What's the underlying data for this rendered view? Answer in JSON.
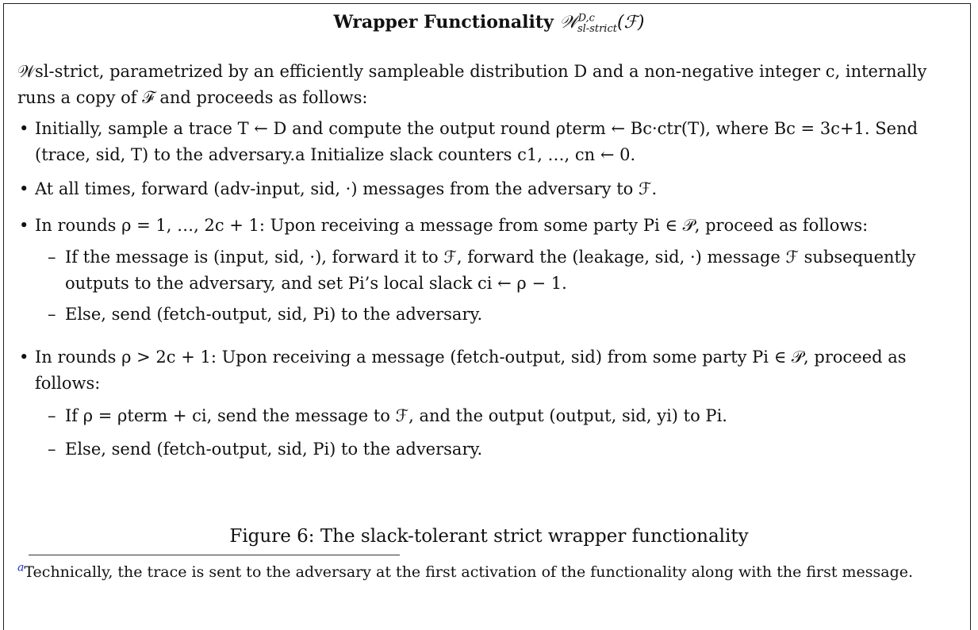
{
  "title": {
    "bold": "Wrapper Functionality",
    "symbol": "𝒲",
    "superscript": "D,c",
    "subscript": "sl-strict",
    "arg": "(ℱ)"
  },
  "intro": "𝒲sl-strict, parametrized by an efficiently sampleable distribution D and a non-negative integer c, internally runs a copy of ℱ and proceeds as follows:",
  "bullets": [
    "Initially, sample a trace T ← D and compute the output round ρterm ← Bc·ctr(T), where Bc = 3c+1. Send (trace, sid, T) to the adversary.a Initialize slack counters c1, …, cn ← 0.",
    "At all times, forward (adv-input, sid, ·) messages from the adversary to ℱ.",
    "In rounds ρ = 1, …, 2c + 1: Upon receiving a message from some party Pi ∈ 𝒫, proceed as follows:",
    "In rounds ρ > 2c + 1: Upon receiving a message (fetch-output, sid) from some party Pi ∈ 𝒫, proceed as follows:"
  ],
  "sub_items_round1": [
    "If the message is (input, sid, ·), forward it to ℱ, forward the (leakage, sid, ·) message ℱ subsequently outputs to the adversary, and set Pi’s local slack ci ← ρ − 1.",
    "Else, send (fetch-output, sid, Pi) to the adversary."
  ],
  "sub_items_round2": [
    "If ρ = ρterm + ci, send the message to ℱ, and the output (output, sid, yi) to Pi.",
    "Else, send (fetch-output, sid, Pi) to the adversary."
  ],
  "caption": "Figure 6: The slack-tolerant strict wrapper functionality",
  "footnote": {
    "marker": "a",
    "text": "Technically, the trace is sent to the adversary at the first activation of the functionality along with the first message."
  },
  "colors": {
    "footnote_marker": "#2233cc",
    "border": "#222222"
  }
}
